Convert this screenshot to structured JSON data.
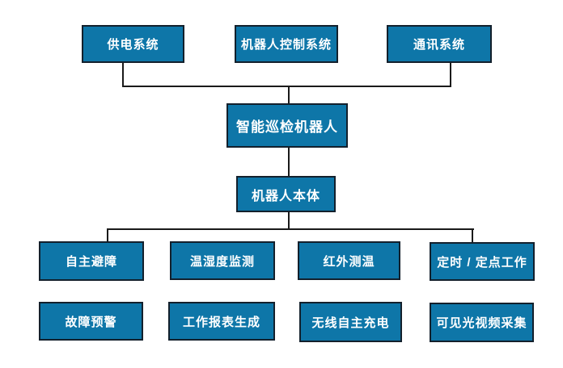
{
  "colors": {
    "node_fill": "#0e76a8",
    "node_border": "#13202c",
    "connector": "#1a1a1a",
    "node_text": "#ffffff",
    "background": "#ffffff"
  },
  "nodes": {
    "power_system": {
      "label": "供电系统"
    },
    "control_system": {
      "label": "机器人控制系统"
    },
    "communication_system": {
      "label": "通讯系统"
    },
    "robot": {
      "label": "智能巡检机器人"
    },
    "robot_body": {
      "label": "机器人本体"
    },
    "obstacle_avoidance": {
      "label": "自主避障"
    },
    "temp_humidity_monitor": {
      "label": "温湿度监测"
    },
    "infrared_thermometry": {
      "label": "红外测温"
    },
    "scheduled_work": {
      "label": "定时 / 定点工作"
    },
    "fault_warning": {
      "label": "故障预警"
    },
    "report_generation": {
      "label": "工作报表生成"
    },
    "wireless_charging": {
      "label": "无线自主充电"
    },
    "video_capture": {
      "label": "可见光视频采集"
    }
  }
}
